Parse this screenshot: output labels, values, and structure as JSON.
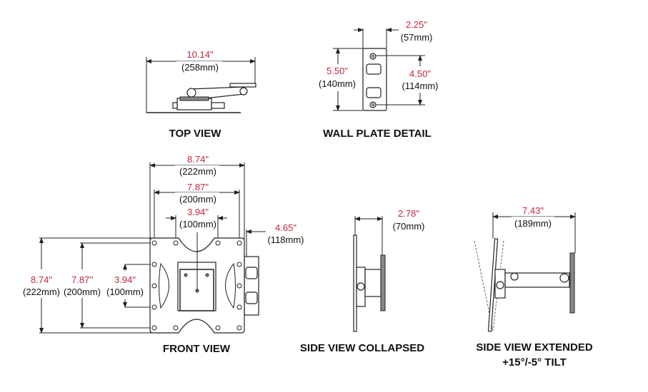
{
  "colors": {
    "dimension": "#c0283c",
    "line": "#222222"
  },
  "top_view": {
    "title": "TOP VIEW",
    "width_in": "10.14\"",
    "width_mm": "(258mm)"
  },
  "wall_plate": {
    "title": "WALL PLATE DETAIL",
    "depth_in": "2.25\"",
    "depth_mm": "(57mm)",
    "height_in": "5.50\"",
    "height_mm": "(140mm)",
    "hole_in": "4.50\"",
    "hole_mm": "(114mm)"
  },
  "front_view": {
    "title": "FRONT VIEW",
    "w1_in": "8.74\"",
    "w1_mm": "(222mm)",
    "w2_in": "7.87\"",
    "w2_mm": "(200mm)",
    "w3_in": "3.94\"",
    "w3_mm": "(100mm)",
    "offset_in": "4.65\"",
    "offset_mm": "(118mm)",
    "h1_in": "8.74\"",
    "h1_mm": "(222mm)",
    "h2_in": "7.87\"",
    "h2_mm": "(200mm)",
    "h3_in": "3.94\"",
    "h3_mm": "(100mm)"
  },
  "side_collapsed": {
    "title": "SIDE VIEW COLLAPSED",
    "depth_in": "2.78\"",
    "depth_mm": "(70mm)"
  },
  "side_extended": {
    "title": "SIDE VIEW EXTENDED",
    "subtitle": "+15°/-5° TILT",
    "depth_in": "7.43\"",
    "depth_mm": "(189mm)"
  }
}
